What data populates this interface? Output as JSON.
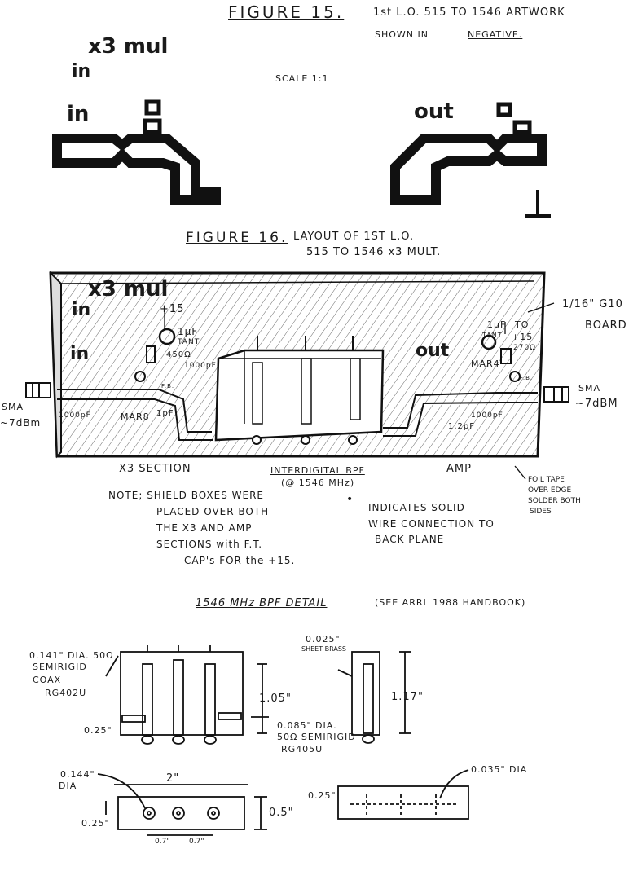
{
  "fig15": {
    "title": "FIGURE 15.",
    "subtitle": "1st L.O. 515 TO 1546 ARTWORK",
    "shown": "SHOWN IN",
    "negative": "NEGATIVE.",
    "scale": "SCALE 1:1",
    "x3mul": "x3 mul",
    "in_top": "in",
    "in_trace": "in",
    "out_trace": "out"
  },
  "fig16": {
    "title": "FIGURE 16.",
    "subtitle_line1": "LAYOUT OF 1ST L.O.",
    "subtitle_line2": "515 TO 1546 x3 MULT.",
    "x3mul": "x3 mul",
    "in_top": "in",
    "in_low": "in",
    "out": "out",
    "plus15_left": "+15",
    "cap_left": "1μF",
    "tant_left": "TANT.",
    "res_left": "450Ω",
    "cap_1000_left": "1000pF",
    "cap_1000_bottom": "1000pF",
    "mar8": "MAR8",
    "cap_1pf": "1pF",
    "fb": "F.B.",
    "sma_left": "SMA",
    "dbm_left": "~7dBm",
    "board": "1/16\" G10",
    "board2": "BOARD",
    "cap_right": "1μF",
    "tant_right": "TANT.",
    "to15": "TO",
    "plus15_right": "+15",
    "res_right": "270Ω",
    "mar4": "MAR4",
    "fb_right": "F.B.",
    "cap_1000_right": "1000pF",
    "cap_12pf": "1.2pF",
    "sma_right": "SMA",
    "dbm_right": "~7dBM",
    "sec_x3": "X3 SECTION",
    "sec_bpf": "INTERDIGITAL BPF",
    "sec_bpf2": "(@ 1546 MHz)",
    "sec_amp": "AMP",
    "foil1": "FOIL TAPE",
    "foil2": "OVER EDGE",
    "foil3": "SOLDER BOTH",
    "foil4": "SIDES",
    "note1": "NOTE; SHIELD BOXES WERE",
    "note2": "PLACED OVER BOTH",
    "note3": "THE X3 AND AMP",
    "note4": "SECTIONS with F.T.",
    "note5": "CAP's FOR the +15.",
    "ind1": "INDICATES SOLID",
    "ind2": "WIRE CONNECTION TO",
    "ind3": "BACK PLANE"
  },
  "bpf": {
    "title": "1546 MHz BPF DETAIL",
    "ref": "(SEE ARRL 1988 HANDBOOK)",
    "coax1": "0.141\" DIA. 50Ω",
    "coax2": "SEMIRIGID",
    "coax3": "COAX",
    "coax4": "RG402U",
    "h105": "1.05\"",
    "w025": "0.25\"",
    "small1": "0.085\" DIA.",
    "small2": "50Ω SEMIRIGID",
    "small3": "RG405U",
    "brass1": "0.025\"",
    "brass2": "SHEET BRASS",
    "h117": "1.17\"",
    "dia144a": "0.144\"",
    "dia144b": "DIA",
    "w2": "2\"",
    "h05": "0.5\"",
    "y025": "0.25\"",
    "sp1": "0.7\"",
    "sp2": "0.7\"",
    "dia035": "0.035\" DIA",
    "side025": "0.25\""
  }
}
